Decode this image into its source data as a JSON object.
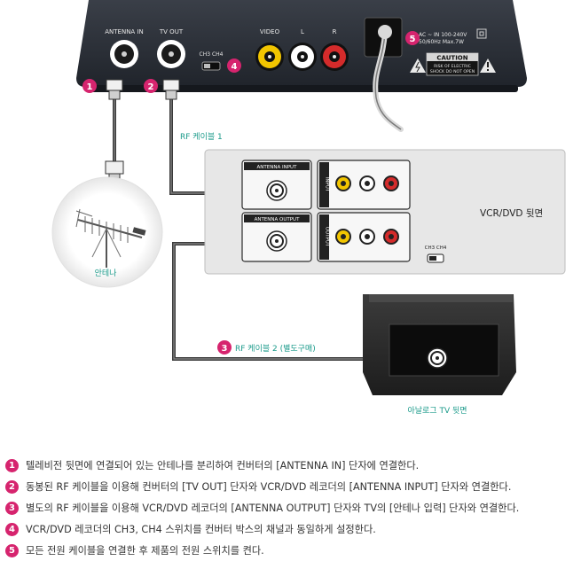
{
  "converter": {
    "antenna_in_label": "ANTENNA IN",
    "tv_out_label": "TV OUT",
    "ch_label": "CH3  CH4",
    "video_label": "VIDEO",
    "l_label": "L",
    "r_label": "R",
    "power_spec_line1": "AC ~ IN 100-240V",
    "power_spec_line2": "50/60Hz Max.7W",
    "caution_title": "CAUTION",
    "caution_line1": "RISK OF ELECTRIC",
    "caution_line2": "SHOCK DO NOT OPEN"
  },
  "markers": [
    "1",
    "2",
    "3",
    "4",
    "5"
  ],
  "cables": {
    "rf_cable_1": "RF 케이블 1",
    "rf_cable_2": "RF 케이블 2 (별도구매)"
  },
  "antenna_label": "안테나",
  "vcr": {
    "title": "VCR/DVD 뒷면",
    "antenna_input_label": "ANTENNA INPUT",
    "antenna_output_label": "ANTENNA OUTPUT",
    "input_label": "INPUT",
    "output_label": "OUTPUT",
    "ch_label": "CH3  CH4"
  },
  "tv": {
    "title": "아날로그 TV 뒷면"
  },
  "steps": [
    {
      "num": "1",
      "text": "텔레비전 뒷면에 연결되어 있는 안테나를 분리하여 컨버터의 [ANTENNA IN] 단자에 연결한다."
    },
    {
      "num": "2",
      "text": "동봉된 RF 케이블을 이용해 컨버터의 [TV OUT] 단자와 VCR/DVD 레코더의 [ANTENNA INPUT] 단자와 연결한다."
    },
    {
      "num": "3",
      "text": "별도의 RF 케이블을 이용해 VCR/DVD 레코더의 [ANTENNA OUTPUT] 단자와 TV의 [안테나 입력] 단자와 연결한다."
    },
    {
      "num": "4",
      "text": "VCR/DVD 레코더의 CH3, CH4 스위치를 컨버터 박스의 채널과 동일하게 설정한다."
    },
    {
      "num": "5",
      "text": "모든 전원 케이블을 연결한 후 제품의 전원 스위치를 켠다."
    }
  ],
  "colors": {
    "marker": "#d6246e",
    "cable_label": "#1a9a8a",
    "device_dark": "#2c3038",
    "vcr_panel": "#e7e7e7",
    "rca_yellow": "#f2c500",
    "rca_white": "#ffffff",
    "rca_red": "#d42b2b"
  }
}
